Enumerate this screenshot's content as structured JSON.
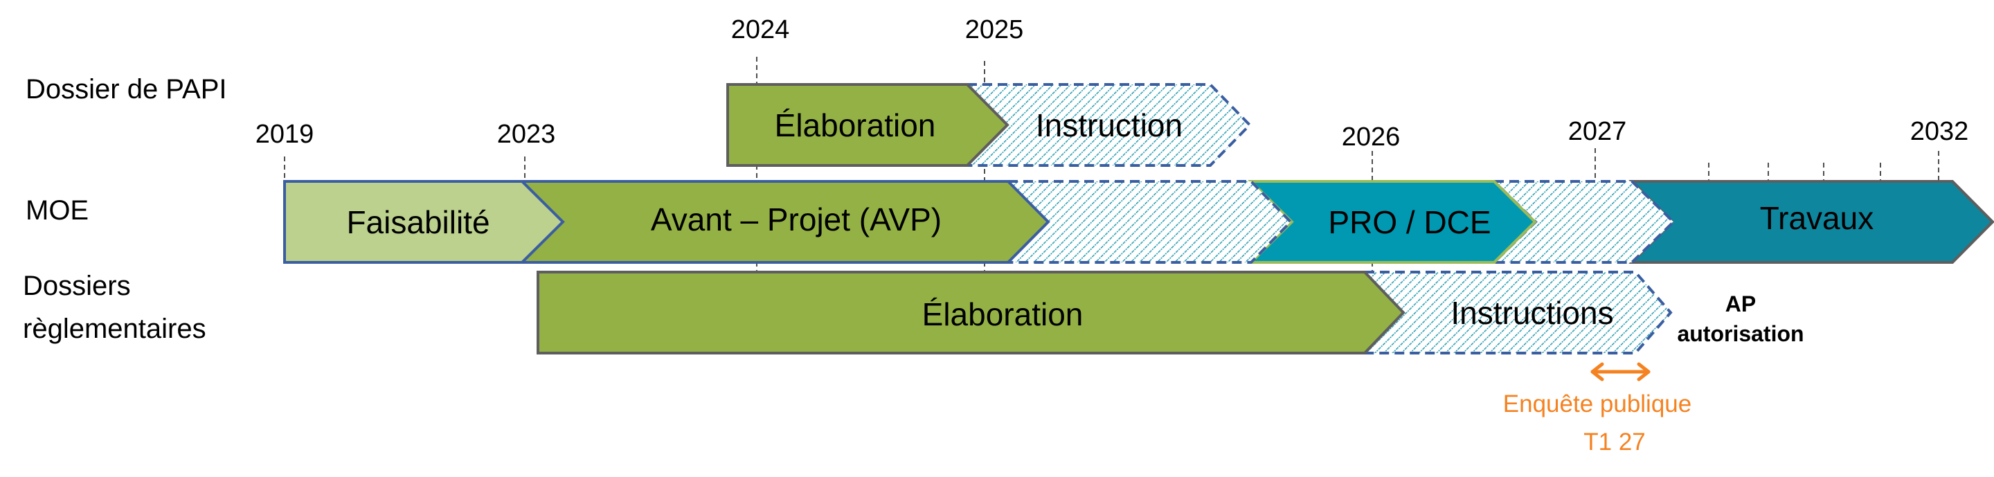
{
  "title": "Planning PAPI / MOE / Dossiers réglementaires",
  "colors": {
    "feasibility": "#bcd18e",
    "green": "#94b146",
    "teal_pro": "#0099b1",
    "teal_works": "#0e869e",
    "hatch": "#1b97ab",
    "border_blue": "#3b5ea1",
    "border_gray": "#5e5e5e",
    "border_green": "#9bbb59",
    "orange": "#f58220"
  },
  "row_labels": {
    "papi": "Dossier de PAPI",
    "moe": "MOE",
    "dossiers_line1": "Dossiers",
    "dossiers_line2": "règlementaires"
  },
  "years": {
    "y2019": "2019",
    "y2023": "2023",
    "y2024": "2024",
    "y2025": "2025",
    "y2026": "2026",
    "y2027": "2027",
    "y2032": "2032"
  },
  "rows": {
    "papi": {
      "label": "Dossier de PAPI",
      "phases": [
        {
          "name": "Élaboration",
          "start": "2024",
          "end": "2025",
          "style": "solid-green"
        },
        {
          "name": "Instruction",
          "start": "2025",
          "end": "2025",
          "style": "hatched"
        }
      ]
    },
    "moe": {
      "label": "MOE",
      "phases": [
        {
          "name": "Faisabilité",
          "start": "2019",
          "end": "2023",
          "style": "solid-light-green"
        },
        {
          "name": "Avant – Projet (AVP)",
          "start": "2023",
          "end": "2025",
          "style": "solid-green"
        },
        {
          "name": "",
          "start": "2025",
          "end": "2025",
          "style": "hatched"
        },
        {
          "name": "PRO / DCE",
          "start": "2025",
          "end": "2026",
          "style": "solid-teal"
        },
        {
          "name": "",
          "start": "2026",
          "end": "2027",
          "style": "hatched"
        },
        {
          "name": "Travaux",
          "start": "2027",
          "end": "2032",
          "style": "solid-dark-teal"
        }
      ]
    },
    "dossiers": {
      "label": "Dossiers règlementaires",
      "phases": [
        {
          "name": "Élaboration",
          "start": "2023",
          "end": "2026",
          "style": "solid-green"
        },
        {
          "name": "Instructions",
          "start": "2026",
          "end": "2027",
          "style": "hatched"
        }
      ]
    }
  },
  "annotations": {
    "ap_line1": "AP",
    "ap_line2": "autorisation",
    "enquete_line1": "Enquête publique",
    "enquete_line2": "T1 27"
  }
}
